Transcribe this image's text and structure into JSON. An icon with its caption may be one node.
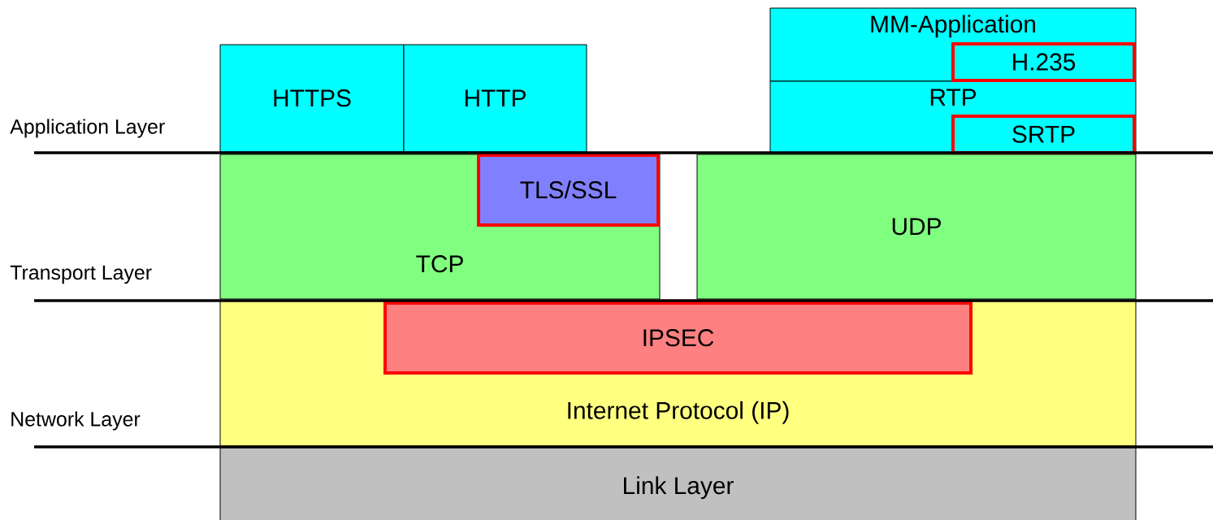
{
  "diagram": {
    "nodes": [
      {
        "text": [
          "HTTPS"
        ]
      },
      {
        "text": [
          "HTTP"
        ]
      },
      {
        "text": [
          "MM-Application"
        ]
      },
      {
        "text": [
          "H.235"
        ],
        "in": 2
      },
      {
        "text": [
          "RTP"
        ]
      },
      {
        "text": [
          "SRTP"
        ],
        "in": 4
      },
      {
        "text": [
          "TCP"
        ]
      },
      {
        "text": [
          "TLS/SSL"
        ],
        "in": 6
      },
      {
        "text": [
          "UDP"
        ]
      },
      {
        "text": [
          "Internet Protocol (IP)"
        ]
      },
      {
        "text": [
          "IPSEC"
        ],
        "in": 9
      },
      {
        "text": [
          "Link Layer"
        ]
      }
    ],
    "labels": [
      "Application Layer",
      "Transport Layer",
      "Network Layer"
    ]
  }
}
